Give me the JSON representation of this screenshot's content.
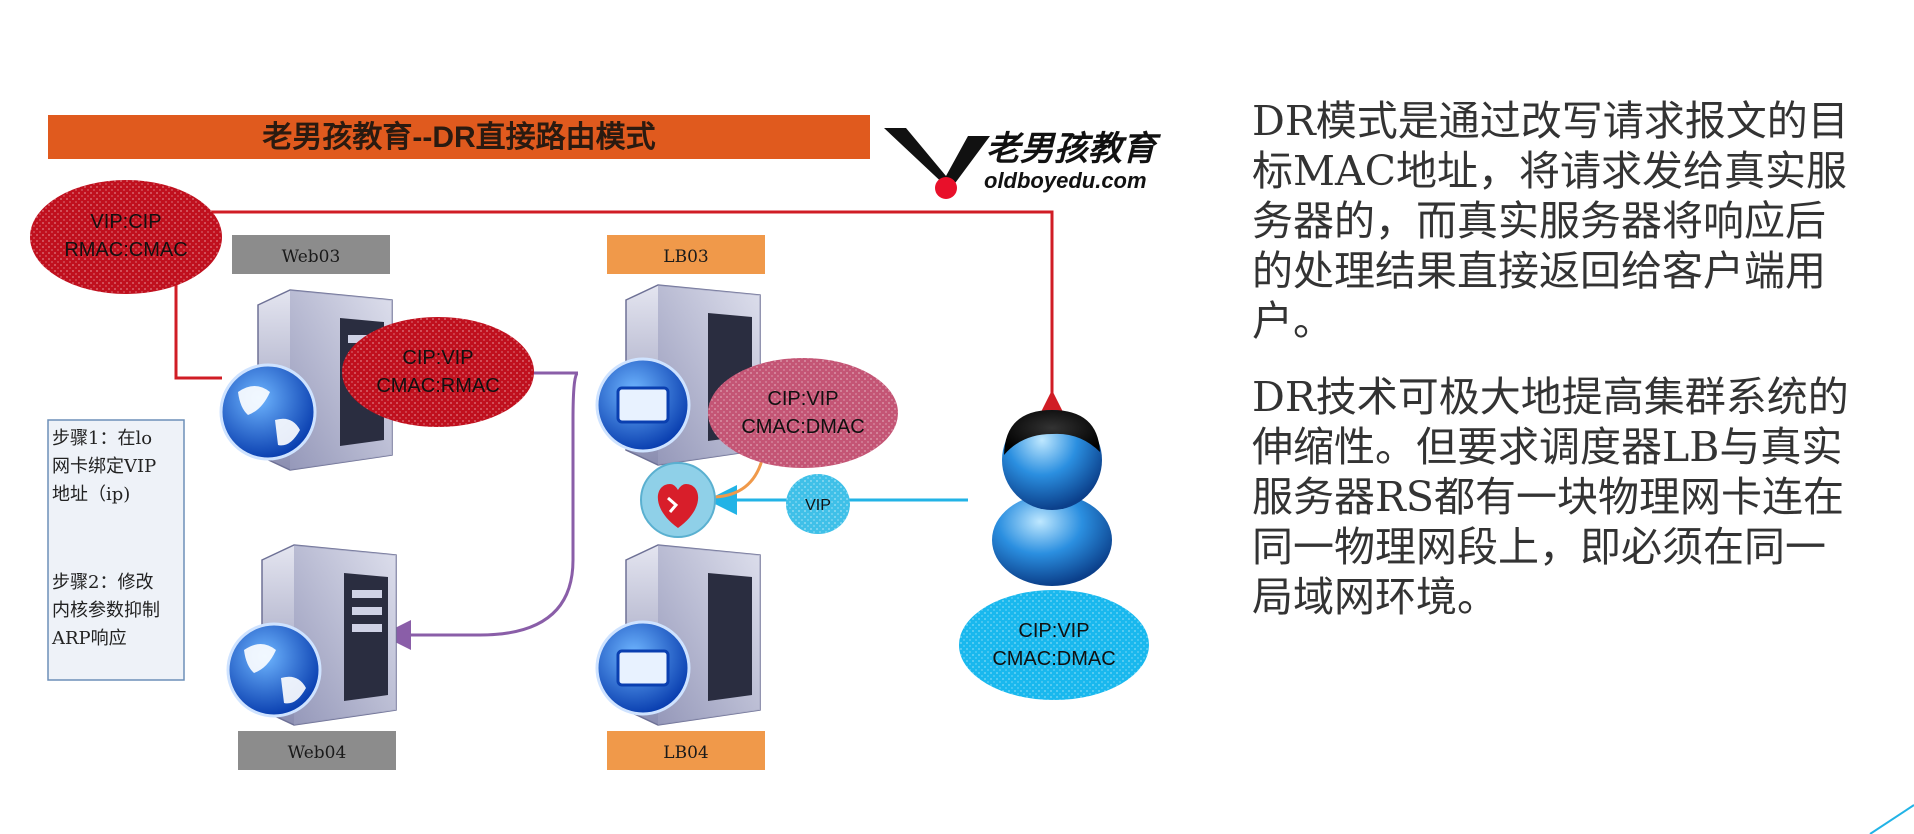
{
  "banner": {
    "title": "老男孩教育--DR直接路由模式",
    "color": "#e05a1e"
  },
  "logo": {
    "brand_cn": "老男孩教育",
    "brand_url": "oldboyedu.com"
  },
  "servers": {
    "web03": "Web03",
    "web04": "Web04",
    "lb03": "LB03",
    "lb04": "LB04"
  },
  "bubbles": {
    "top_left": {
      "line1": "VIP:CIP",
      "line2": "RMAC:CMAC",
      "color": "#c0101e"
    },
    "web03": {
      "line1": "CIP:VIP",
      "line2": "CMAC:RMAC",
      "color": "#c0101e"
    },
    "lb03": {
      "line1": "CIP:VIP",
      "line2": "CMAC:DMAC",
      "color": "#c45575"
    },
    "vip": {
      "label": "VIP",
      "color": "#3fc0e8"
    },
    "client": {
      "line1": "CIP:VIP",
      "line2": "CMAC:DMAC",
      "color": "#19b8ee"
    }
  },
  "steps": {
    "step1": [
      "步骤1：在lo",
      "网卡绑定VIP",
      "地址（ip)"
    ],
    "step2": [
      "步骤2：修改",
      "内核参数抑制",
      "ARP响应"
    ]
  },
  "description": {
    "para1": [
      "DR模式是通过改写请求报文的目",
      "标MAC地址，将请求发给真实服",
      "务器的，而真实服务器将响应后",
      "的处理结果直接返回给客户端用",
      "户。"
    ],
    "para2": [
      "DR技术可极大地提高集群系统的",
      "伸缩性。但要求调度器LB与真实",
      "服务器RS都有一块物理网卡连在",
      "同一物理网段上，即必须在同一",
      "局域网环境。"
    ]
  },
  "colors": {
    "request_line": "#d01d25",
    "response_line": "#8a5ea8",
    "client_line": "#22b3e6",
    "server_label_gray": "#8c8c8c",
    "server_label_orange": "#f0994a"
  }
}
